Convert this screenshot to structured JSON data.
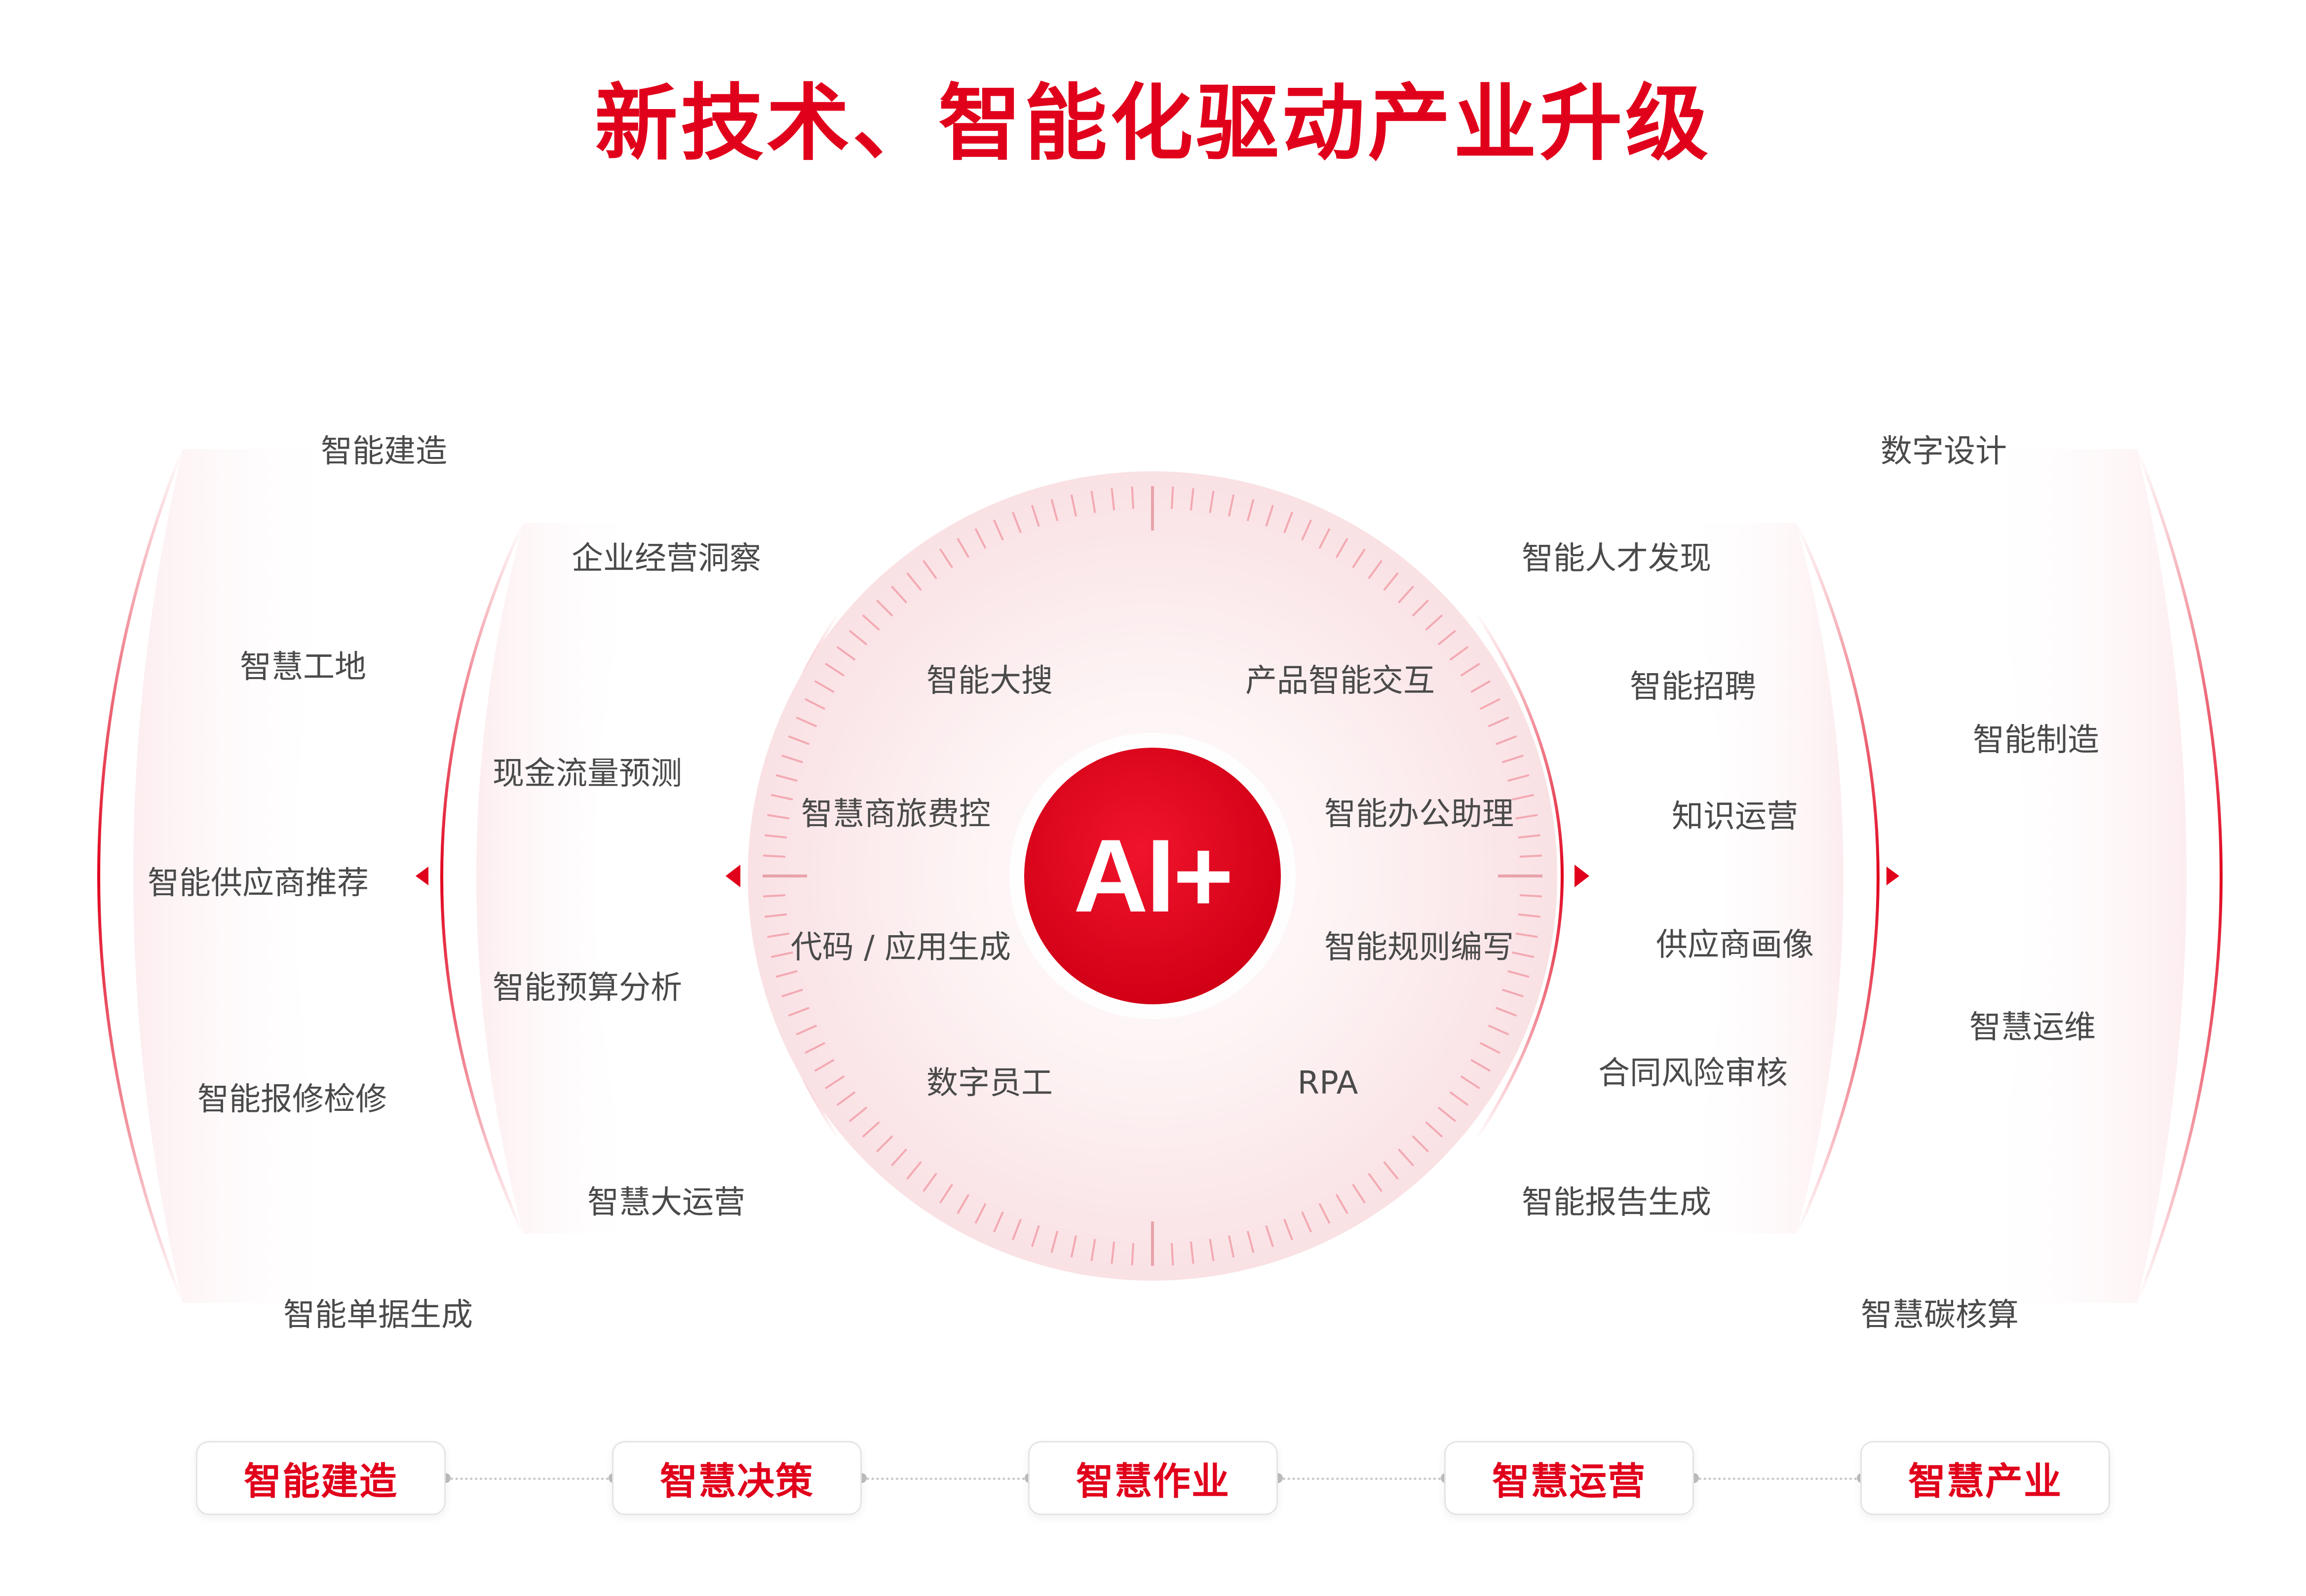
{
  "title": "新技术、智能化驱动产业升级",
  "center": "AI+",
  "colors": {
    "accent": "#e1001b",
    "text": "#4a4a4a",
    "ring_fill": "#fbeaec"
  },
  "inner_left": [
    "智能大搜",
    "智慧商旅费控",
    "代码 / 应用生成",
    "数字员工"
  ],
  "inner_right": [
    "产品智能交互",
    "智能办公助理",
    "智能规则编写",
    "RPA"
  ],
  "middle_left": [
    "企业经营洞察",
    "现金流量预测",
    "智能预算分析",
    "智慧大运营"
  ],
  "middle_right": [
    "智能人才发现",
    "智能招聘",
    "知识运营",
    "供应商画像",
    "合同风险审核",
    "智能报告生成"
  ],
  "outer_left": [
    "智能建造",
    "智慧工地",
    "智能供应商推荐",
    "智能报修检修",
    "智能单据生成"
  ],
  "outer_right": [
    "数字设计",
    "智能制造",
    "智慧运维",
    "智慧碳核算"
  ],
  "stages": [
    "智能建造",
    "智慧决策",
    "智慧作业",
    "智慧运营",
    "智慧产业"
  ]
}
